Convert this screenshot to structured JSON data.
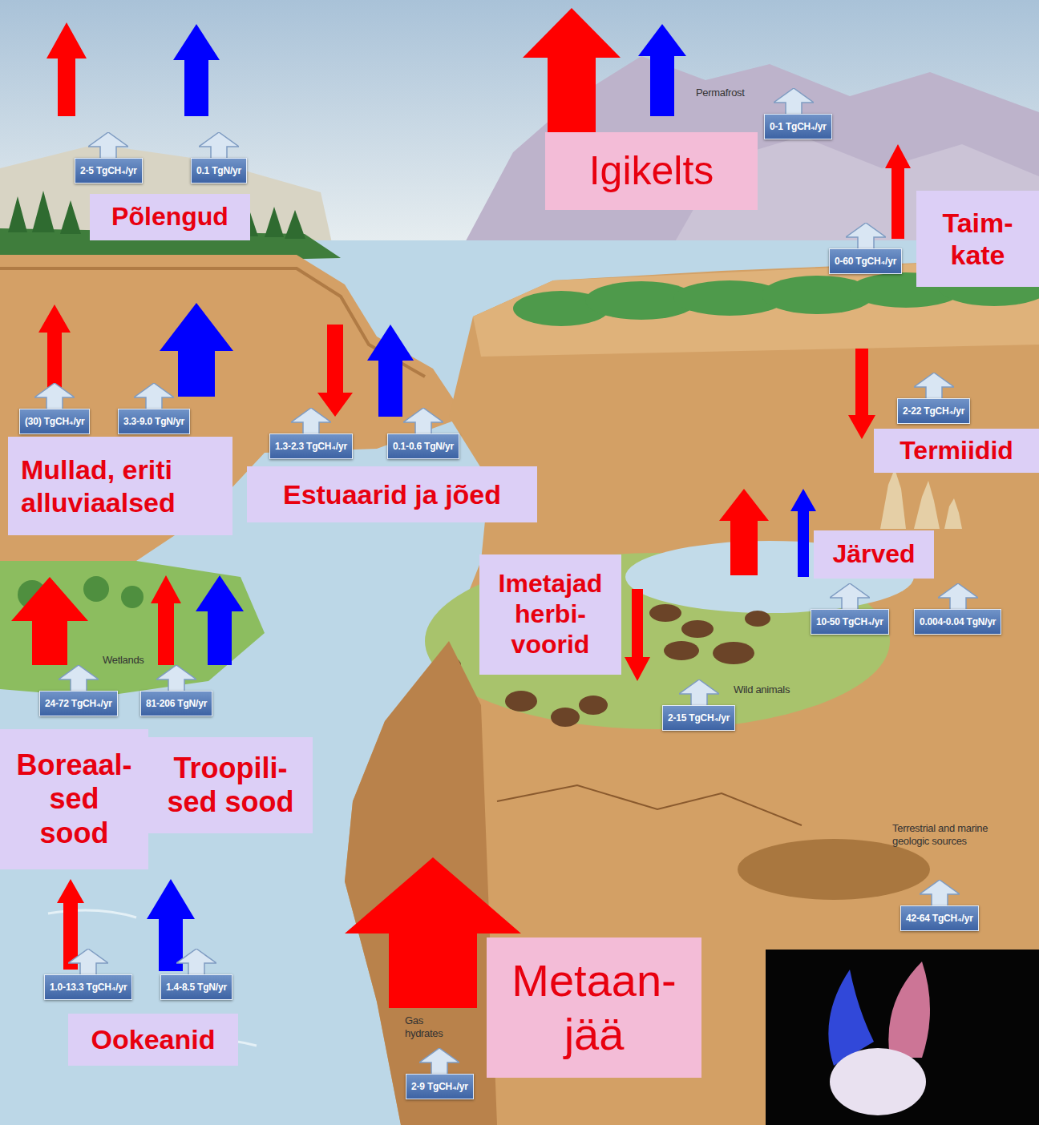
{
  "diagram": {
    "nodes": [
      {
        "text": [
          "2-5 TgCH₄/yr"
        ]
      },
      {
        "text": [
          "0.1 TgN/yr"
        ]
      },
      {
        "text": [
          "0-1 TgCH₄/yr"
        ]
      },
      {
        "text": [
          "Igikelts"
        ]
      },
      {
        "text": [
          "Põlengud"
        ]
      },
      {
        "text": [
          "Taim- kate"
        ]
      },
      {
        "text": [
          "0-60 TgCH₄/yr"
        ]
      },
      {
        "text": [
          "(30) TgCH₄/yr"
        ]
      },
      {
        "text": [
          "3.3-9.0 TgN/yr"
        ]
      },
      {
        "text": [
          "2-22 TgCH₄/yr"
        ]
      },
      {
        "text": [
          "1.3-2.3 TgCH₄/yr"
        ]
      },
      {
        "text": [
          "0.1-0.6 TgN/yr"
        ]
      },
      {
        "text": [
          "Termiidid"
        ]
      },
      {
        "text": [
          "Mullad, eriti alluviaalsed"
        ]
      },
      {
        "text": [
          "Estuaarid ja jõed"
        ]
      },
      {
        "text": [
          "Järved"
        ]
      },
      {
        "text": [
          "Imetajad herbi- voorid"
        ]
      },
      {
        "text": [
          "10-50 TgCH₄/yr"
        ]
      },
      {
        "text": [
          "0.004-0.04 TgN/yr"
        ]
      },
      {
        "text": [
          "24-72 TgCH₄/yr"
        ]
      },
      {
        "text": [
          "81-206 TgN/yr"
        ]
      },
      {
        "text": [
          "2-15 TgCH₄/yr"
        ]
      },
      {
        "text": [
          "Boreaal- sed sood"
        ]
      },
      {
        "text": [
          "Troopili- sed sood"
        ]
      },
      {
        "text": [
          "Metaan- jää"
        ]
      },
      {
        "text": [
          "1.0-13.3 TgCH₄/yr"
        ]
      },
      {
        "text": [
          "1.4-8.5 TgN/yr"
        ]
      },
      {
        "text": [
          "42-64 TgCH₄/yr"
        ]
      },
      {
        "text": [
          "Ookeanid"
        ]
      },
      {
        "text": [
          "2-9 TgCH₄/yr"
        ]
      }
    ],
    "labels": [
      "Permafrost",
      "Wetlands",
      "Wild animals",
      "Gas hydrates",
      "Terrestrial and marine geologic sources"
    ]
  }
}
